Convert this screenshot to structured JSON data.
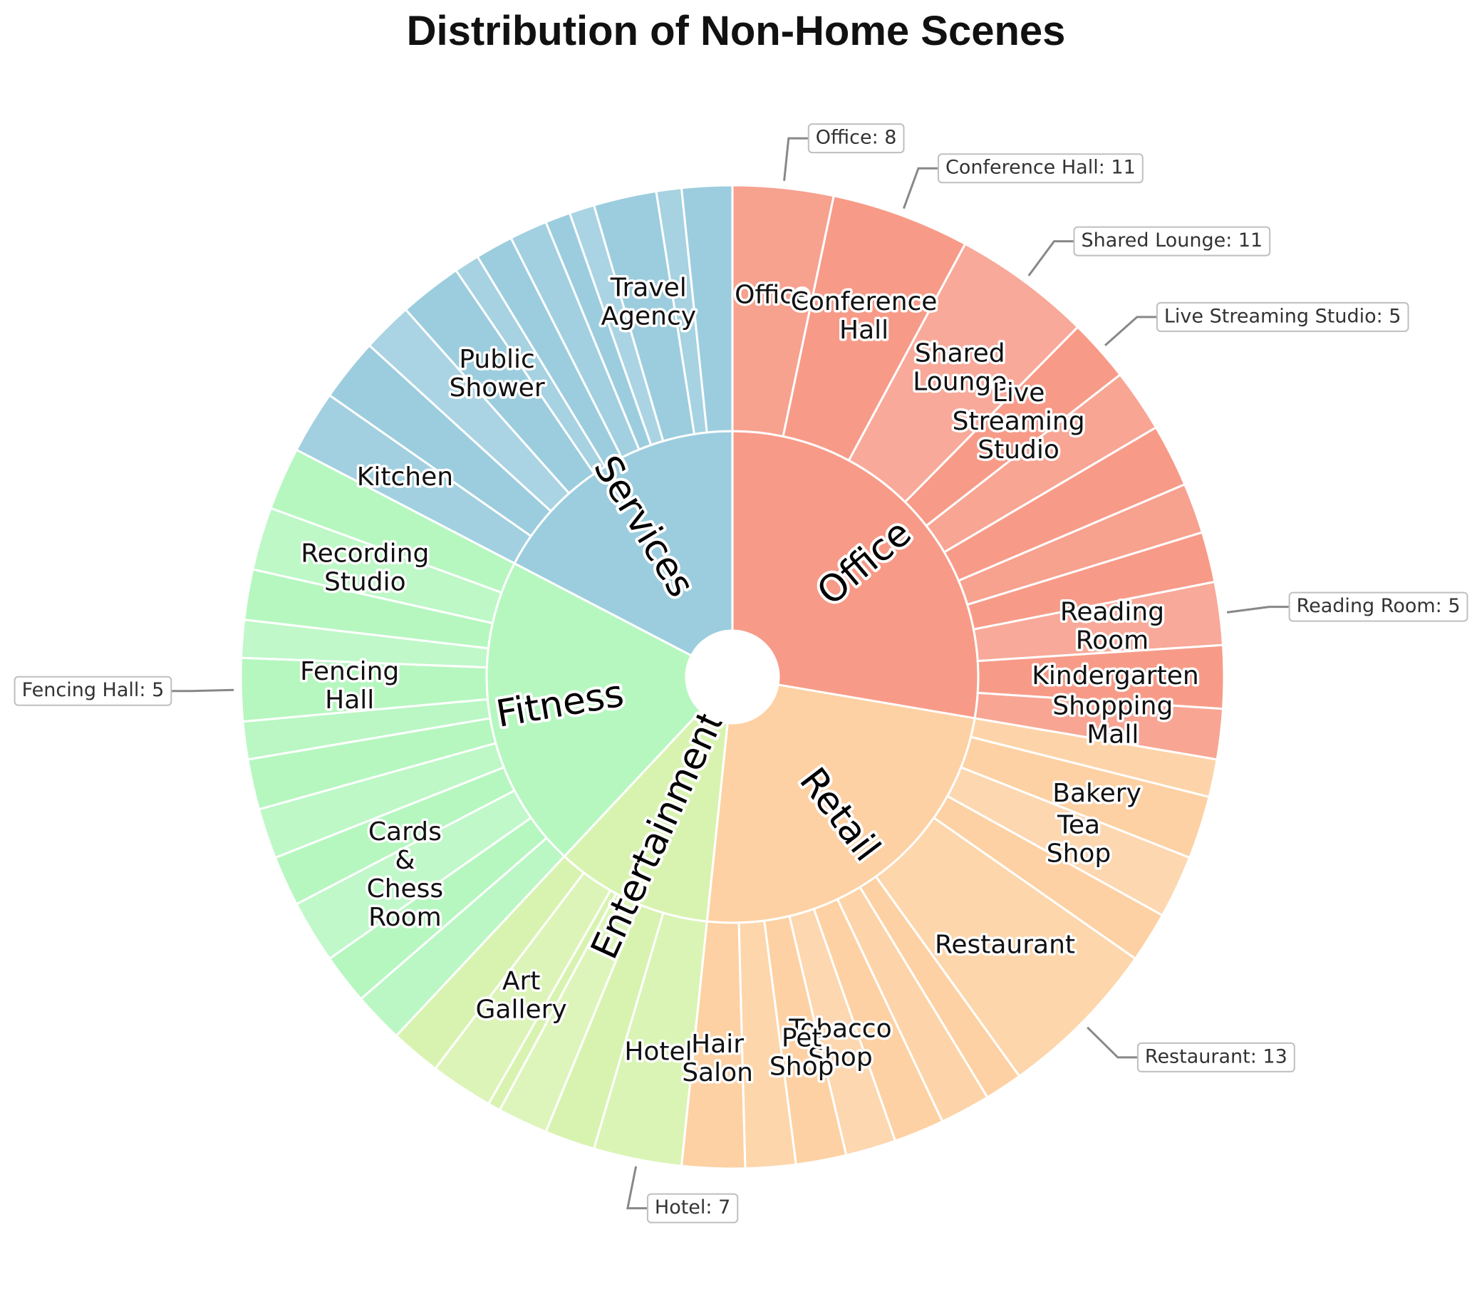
{
  "chart_data": {
    "type": "sunburst",
    "title": "Distribution of Non-Home Scenes",
    "groups": [
      {
        "name": "Office",
        "color": "#f79b88",
        "children": [
          {
            "name": "Office",
            "label_lines": [
              "Office"
            ],
            "value": 8
          },
          {
            "name": "Conference Hall",
            "label_lines": [
              "Conference",
              "Hall"
            ],
            "value": 11
          },
          {
            "name": "Shared Lounge",
            "label_lines": [
              "Shared",
              "Lounge"
            ],
            "value": 11
          },
          {
            "name": "Live Streaming Studio",
            "label_lines": [
              "Live",
              "Streaming",
              "Studio"
            ],
            "value": 5
          },
          {
            "name": "",
            "label_lines": [],
            "value": 5
          },
          {
            "name": "",
            "label_lines": [],
            "value": 5
          },
          {
            "name": "",
            "label_lines": [],
            "value": 4
          },
          {
            "name": "",
            "label_lines": [],
            "value": 4
          },
          {
            "name": "Reading Room",
            "label_lines": [
              "Reading",
              "Room"
            ],
            "value": 5
          },
          {
            "name": "Kindergarten",
            "label_lines": [
              "Kindergarten"
            ],
            "value": 5
          },
          {
            "name": "Shopping Mall",
            "label_lines": [
              "Shopping",
              "Mall"
            ],
            "value": 4
          }
        ]
      },
      {
        "name": "Retail",
        "color": "#fdd1a3",
        "children": [
          {
            "name": "",
            "label_lines": [],
            "value": 3
          },
          {
            "name": "Bakery",
            "label_lines": [
              "Bakery"
            ],
            "value": 5
          },
          {
            "name": "Tea Shop",
            "label_lines": [
              "Tea",
              "Shop"
            ],
            "value": 5
          },
          {
            "name": "",
            "label_lines": [],
            "value": 4
          },
          {
            "name": "Restaurant",
            "label_lines": [
              "Restaurant"
            ],
            "value": 13
          },
          {
            "name": "",
            "label_lines": [],
            "value": 3
          },
          {
            "name": "",
            "label_lines": [],
            "value": 4
          },
          {
            "name": "",
            "label_lines": [],
            "value": 4
          },
          {
            "name": "Tobacco Shop",
            "label_lines": [
              "Tobacco",
              "Shop"
            ],
            "value": 4
          },
          {
            "name": "Pet Shop",
            "label_lines": [
              "Pet",
              "Shop"
            ],
            "value": 4
          },
          {
            "name": "",
            "label_lines": [],
            "value": 4
          },
          {
            "name": "Hair Salon",
            "label_lines": [
              "Hair",
              "Salon"
            ],
            "value": 5
          }
        ]
      },
      {
        "name": "Entertainment",
        "color": "#d8f3b0",
        "children": [
          {
            "name": "Hotel",
            "label_lines": [
              "Hotel"
            ],
            "value": 7
          },
          {
            "name": "",
            "label_lines": [],
            "value": 4
          },
          {
            "name": "",
            "label_lines": [],
            "value": 4
          },
          {
            "name": "",
            "label_lines": [],
            "value": 1
          },
          {
            "name": "Art Gallery",
            "label_lines": [
              "Art",
              "Gallery"
            ],
            "value": 5
          },
          {
            "name": "",
            "label_lines": [],
            "value": 4
          }
        ]
      },
      {
        "name": "Fitness",
        "color": "#b6f7c0",
        "children": [
          {
            "name": "",
            "label_lines": [],
            "value": 4
          },
          {
            "name": "",
            "label_lines": [],
            "value": 4
          },
          {
            "name": "Cards & Chess Room",
            "label_lines": [
              "Cards",
              "&",
              "Chess",
              "Room"
            ],
            "value": 5
          },
          {
            "name": "",
            "label_lines": [],
            "value": 4
          },
          {
            "name": "",
            "label_lines": [],
            "value": 4
          },
          {
            "name": "",
            "label_lines": [],
            "value": 4
          },
          {
            "name": "",
            "label_lines": [],
            "value": 3
          },
          {
            "name": "Fencing Hall",
            "label_lines": [
              "Fencing",
              "Hall"
            ],
            "value": 5
          },
          {
            "name": "",
            "label_lines": [],
            "value": 3
          },
          {
            "name": "",
            "label_lines": [],
            "value": 4
          },
          {
            "name": "Recording Studio",
            "label_lines": [
              "Recording",
              "Studio"
            ],
            "value": 5
          },
          {
            "name": "",
            "label_lines": [],
            "value": 5
          }
        ]
      },
      {
        "name": "Services",
        "color": "#9ccdde",
        "children": [
          {
            "name": "Kitchen",
            "label_lines": [
              "Kitchen"
            ],
            "value": 5
          },
          {
            "name": "",
            "label_lines": [],
            "value": 5
          },
          {
            "name": "",
            "label_lines": [],
            "value": 4
          },
          {
            "name": "Public Shower",
            "label_lines": [
              "Public",
              "Shower"
            ],
            "value": 5
          },
          {
            "name": "",
            "label_lines": [],
            "value": 2
          },
          {
            "name": "",
            "label_lines": [],
            "value": 3
          },
          {
            "name": "",
            "label_lines": [],
            "value": 3
          },
          {
            "name": "",
            "label_lines": [],
            "value": 2
          },
          {
            "name": "",
            "label_lines": [],
            "value": 2
          },
          {
            "name": "Travel Agency",
            "label_lines": [
              "Travel",
              "Agency"
            ],
            "value": 5
          },
          {
            "name": "",
            "label_lines": [],
            "value": 2
          },
          {
            "name": "",
            "label_lines": [],
            "value": 4
          }
        ]
      }
    ],
    "callouts": [
      {
        "leaf": "Office",
        "text": "Office: 8",
        "side": "right"
      },
      {
        "leaf": "Conference Hall",
        "text": "Conference Hall: 11",
        "side": "right"
      },
      {
        "leaf": "Shared Lounge",
        "text": "Shared Lounge: 11",
        "side": "right"
      },
      {
        "leaf": "Live Streaming Studio",
        "text": "Live Streaming Studio: 5",
        "side": "right"
      },
      {
        "leaf": "Reading Room",
        "text": "Reading Room: 5",
        "side": "right"
      },
      {
        "leaf": "Restaurant",
        "text": "Restaurant: 13",
        "side": "right"
      },
      {
        "leaf": "Hotel",
        "text": "Hotel: 7",
        "side": "right"
      },
      {
        "leaf": "Fencing Hall",
        "text": "Fencing Hall: 5",
        "side": "left"
      }
    ]
  }
}
